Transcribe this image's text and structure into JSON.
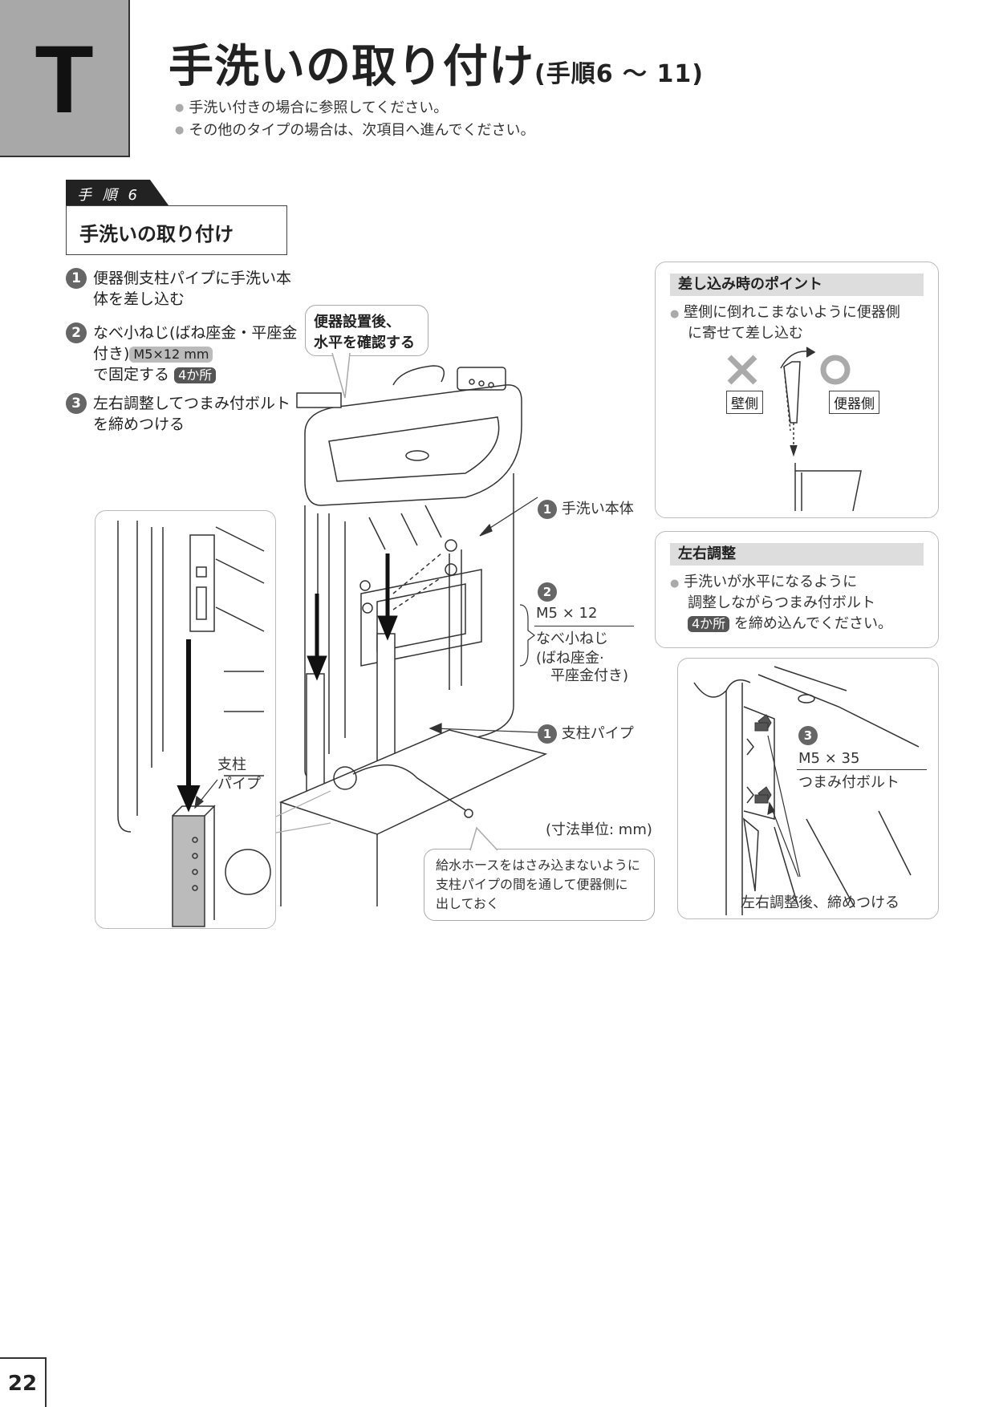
{
  "section_letter": "T",
  "title": "手洗いの取り付け",
  "title_sub": "(手順6 ～ 11)",
  "bullets": [
    "手洗い付きの場合に参照してください。",
    "その他のタイプの場合は、次項目へ進んでください。"
  ],
  "step": {
    "label": "手 順 6",
    "heading": "手洗いの取り付け"
  },
  "instructions": [
    {
      "num": "1",
      "text": "便器側支柱パイプに手洗い本体を差し込む"
    },
    {
      "num": "2",
      "text_a": "なべ小ねじ(ばね座金・平座金付き)",
      "tag": "M5×12 mm",
      "text_b": "で固定する",
      "tag2": "4か所"
    },
    {
      "num": "3",
      "text": "左右調整してつまみ付ボルトを締めつける"
    }
  ],
  "level_callout": {
    "line1": "便器設置後、",
    "line2": "水平を確認する"
  },
  "left_detail": {
    "label_line1": "支柱",
    "label_line2": "パイプ"
  },
  "labels": {
    "body": {
      "num": "1",
      "text": "手洗い本体"
    },
    "screw": {
      "num": "2",
      "size": "M5 × 12",
      "name": "なべ小ねじ",
      "note1": "(ばね座金·",
      "note2": "平座金付き)"
    },
    "pipe": {
      "num": "1",
      "text": "支柱パイプ"
    },
    "unit": "(寸法単位: mm)"
  },
  "hose_note": {
    "line1": "給水ホースをはさみ込まないように",
    "line2": "支柱パイプの間を通して便器側に",
    "line3": "出しておく"
  },
  "insert_point": {
    "heading": "差し込み時のポイント",
    "text_line1": "壁側に倒れこまないように便器側",
    "text_line2": "に寄せて差し込む",
    "wall_label": "壁側",
    "toilet_label": "便器側"
  },
  "lr_adjust": {
    "heading": "左右調整",
    "text_line1": "手洗いが水平になるように",
    "text_line2": "調整しながらつまみ付ボルト",
    "tag": "4か所",
    "text_line3": "を締め込んでください。"
  },
  "bolt_detail": {
    "num": "3",
    "size": "M5 × 35",
    "name": "つまみ付ボルト",
    "caption": "左右調整後、締めつける"
  },
  "page_number": "22"
}
